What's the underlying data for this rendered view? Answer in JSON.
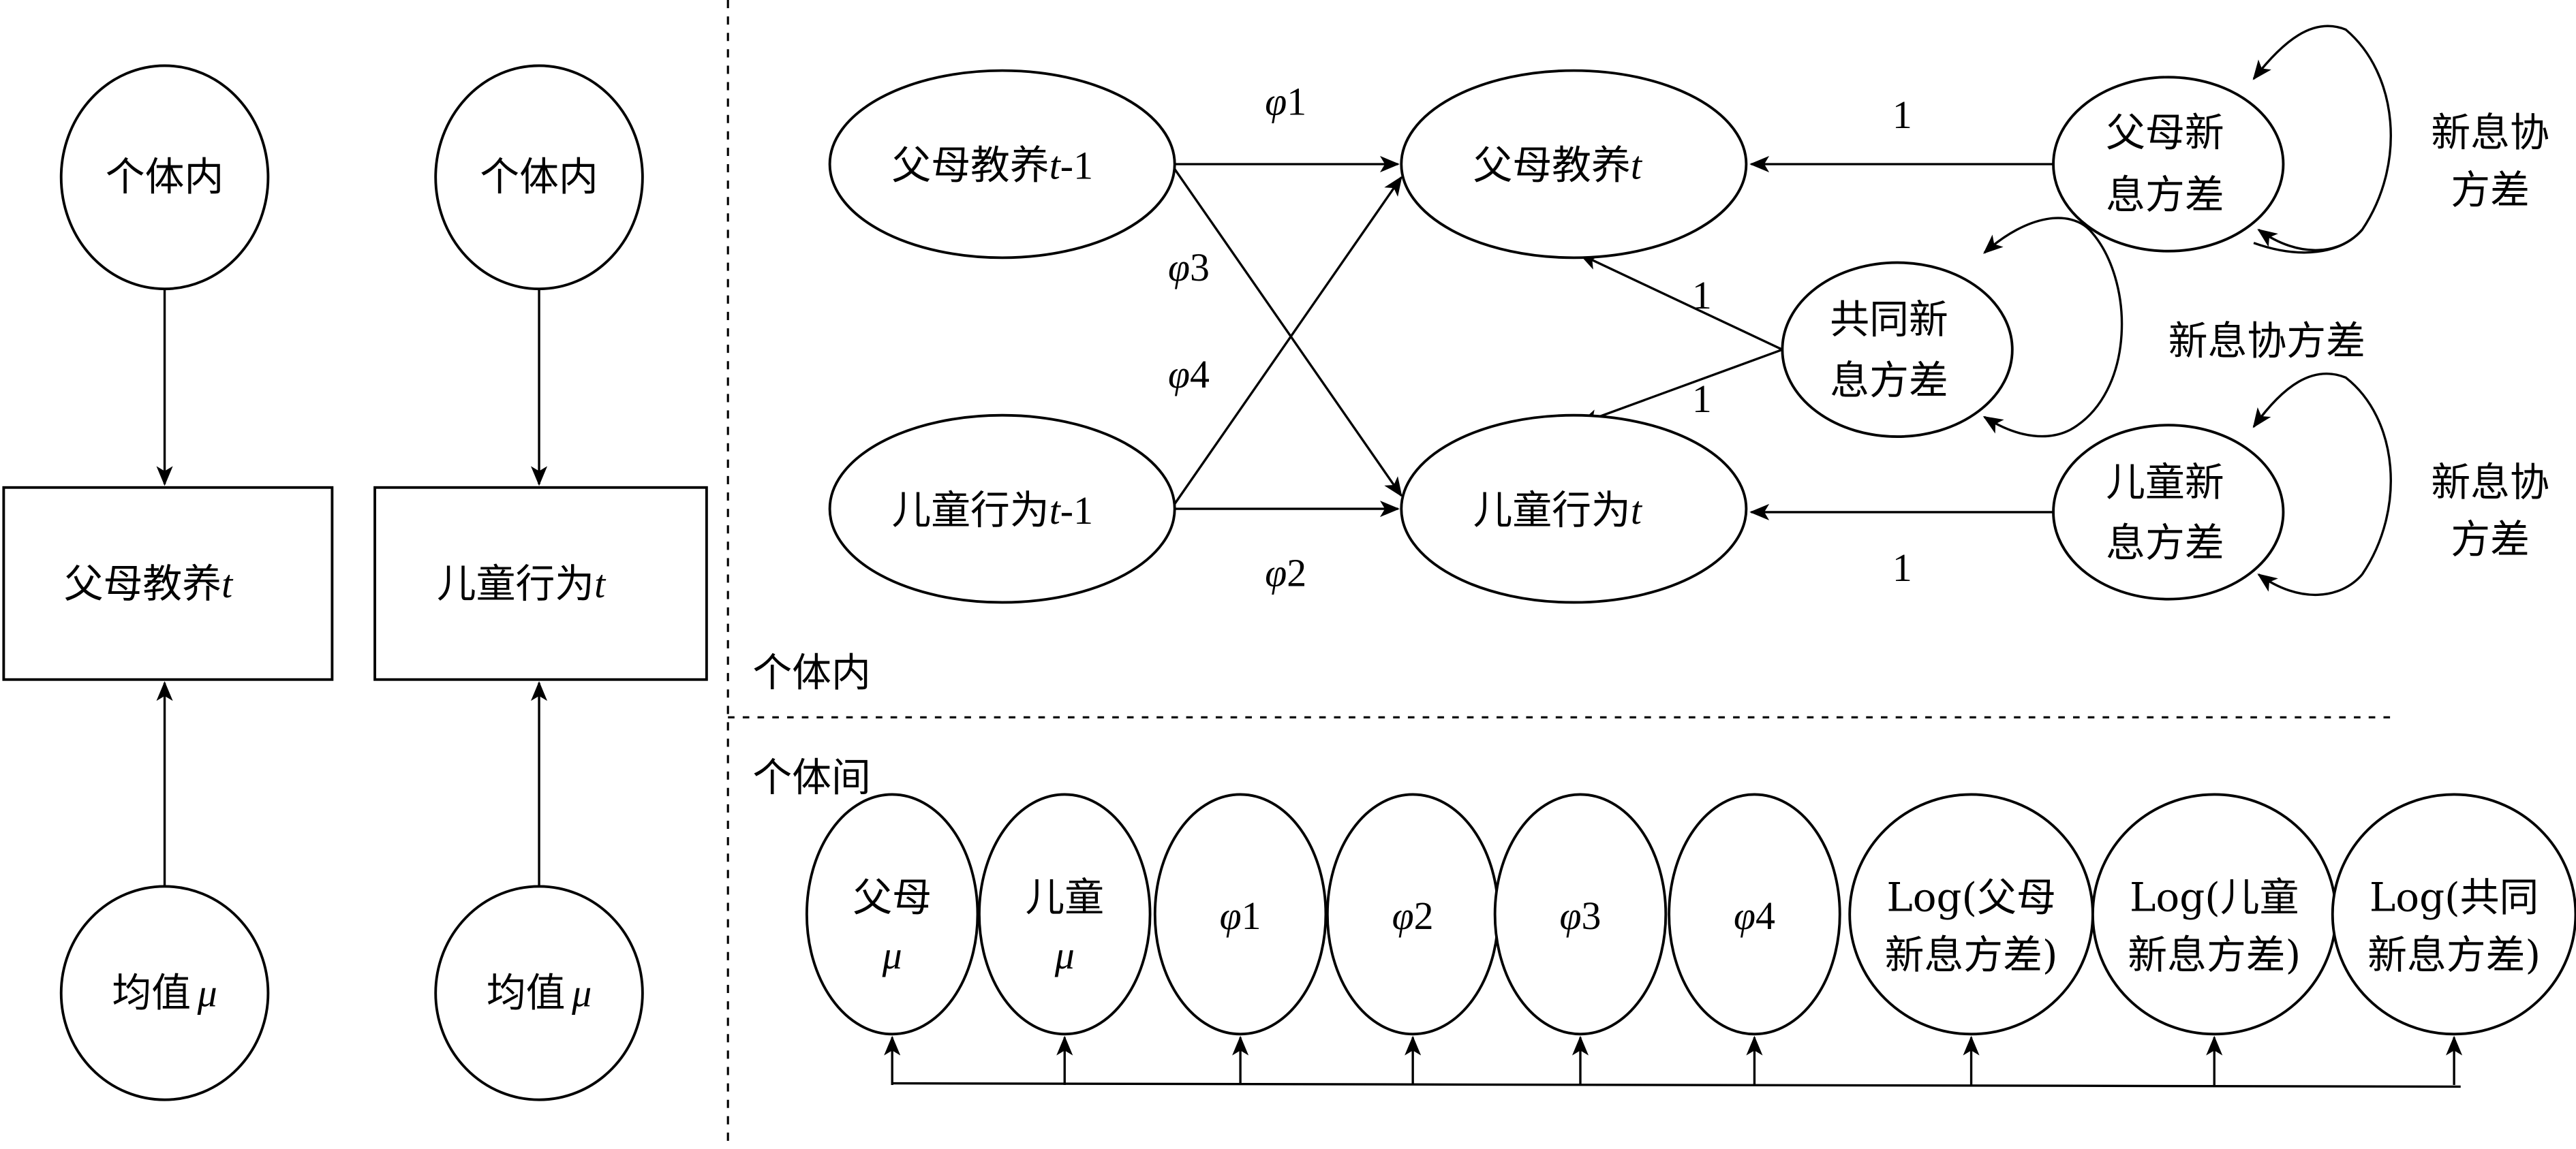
{
  "colors": {
    "stroke": "#000000",
    "background": "#ffffff"
  },
  "left_panel": {
    "top_nodes": [
      "个体内",
      "个体内"
    ],
    "boxes": [
      {
        "text": "父母教养",
        "var": "t"
      },
      {
        "text": "儿童行为",
        "var": "t"
      }
    ],
    "bottom_nodes": [
      {
        "text": "均值",
        "var": "μ"
      },
      {
        "text": "均值",
        "var": "μ"
      }
    ]
  },
  "within": {
    "section_label": "个体内",
    "nodes": {
      "parent_prev": {
        "text": "父母教养",
        "var": "t",
        "suffix": "-1"
      },
      "parent_now": {
        "text": "父母教养",
        "var": "t"
      },
      "child_prev": {
        "text": "儿童行为",
        "var": "t",
        "suffix": "-1"
      },
      "child_now": {
        "text": "儿童行为",
        "var": "t"
      },
      "parent_innov": {
        "line1": "父母新",
        "line2": "息方差"
      },
      "shared_innov": {
        "line1": "共同新",
        "line2": "息方差"
      },
      "child_innov": {
        "line1": "儿童新",
        "line2": "息方差"
      }
    },
    "paths": {
      "phi1": {
        "sym": "φ",
        "num": "1"
      },
      "phi2": {
        "sym": "φ",
        "num": "2"
      },
      "phi3": {
        "sym": "φ",
        "num": "3"
      },
      "phi4": {
        "sym": "φ",
        "num": "4"
      },
      "loading_parent": "1",
      "loading_child": "1",
      "loading_shared_parent": "1",
      "loading_shared_child": "1"
    },
    "covariance_labels": {
      "parent": {
        "line1": "新息协",
        "line2": "方差"
      },
      "shared": "新息协方差",
      "child": {
        "line1": "新息协",
        "line2": "方差"
      }
    }
  },
  "between": {
    "section_label": "个体间",
    "nodes": [
      {
        "line1": "父母",
        "line2": "μ"
      },
      {
        "line1": "儿童",
        "line2": "μ"
      },
      {
        "line1": "φ1"
      },
      {
        "line1": "φ2"
      },
      {
        "line1": "φ3"
      },
      {
        "line1": "φ4"
      },
      {
        "line1": "Log(父母",
        "line2": "新息方差)"
      },
      {
        "line1": "Log(儿童",
        "line2": "新息方差)"
      },
      {
        "line1": "Log(共同",
        "line2": "新息方差)"
      }
    ]
  }
}
